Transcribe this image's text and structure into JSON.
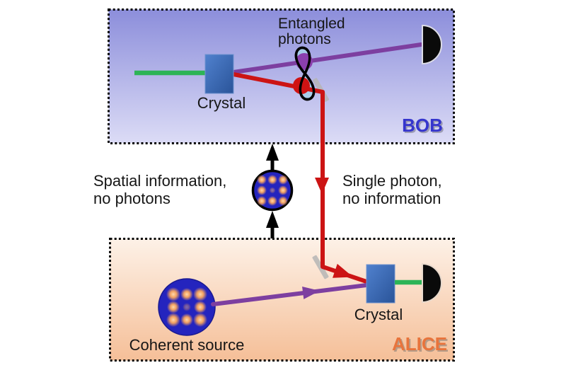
{
  "diagram": {
    "bob": {
      "name": "BOB",
      "crystal_label": "Crystal",
      "entangled_label_line1": "Entangled",
      "entangled_label_line2": "photons"
    },
    "alice": {
      "name": "ALICE",
      "crystal_label": "Crystal",
      "source_label": "Coherent source"
    },
    "channel": {
      "classical_line1": "Spatial information,",
      "classical_line2": "no photons",
      "quantum_line1": "Single photon,",
      "quantum_line2": "no information"
    }
  },
  "colors": {
    "bob_label": "#3535cd",
    "alice_label": "#e8743c",
    "pump_beam_green": "#2db457",
    "photon_beam_purple": "#7d3fa0",
    "photon_beam_red": "#cc1414",
    "entangled_dot_purple": "#8b3fae",
    "entangled_dot_red": "#cf1313",
    "box_border": "#000000",
    "bob_bg_top": "#8c8edb",
    "bob_bg_bottom": "#dcdcf6",
    "alice_bg_top": "#fdf1e7",
    "alice_bg_bottom": "#f5bf98",
    "crystal_blue": "#3a6cb8",
    "source_blue": "#2424be",
    "mode_dot_orange": "#f2a160",
    "detector_black": "#0a0a0a",
    "mirror_gray": "#b5b5b5",
    "classical_arrow_black": "#000000"
  }
}
